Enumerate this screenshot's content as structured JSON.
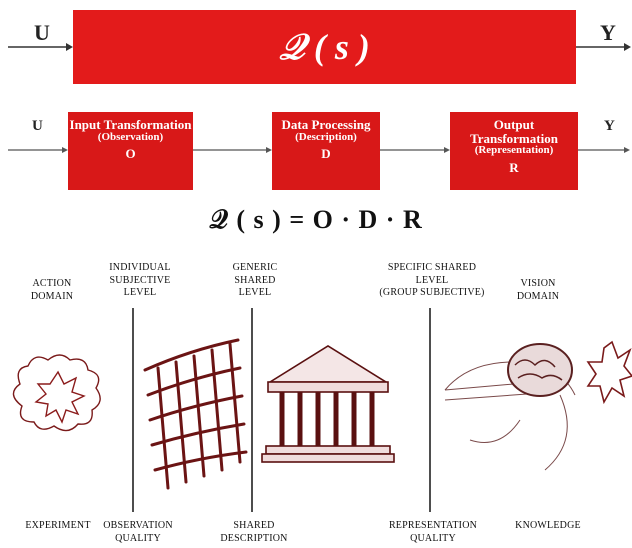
{
  "top": {
    "input_label": "U",
    "output_label": "Y",
    "transfer_label": "𝒬 ( s )"
  },
  "pipeline": {
    "input_label": "U",
    "output_label": "Y",
    "blocks": [
      {
        "title": "Input Transformation",
        "sub": "(Observation)",
        "letter": "O"
      },
      {
        "title": "Data Processing",
        "sub": "(Description)",
        "letter": "D"
      },
      {
        "title": "Output Transformation",
        "sub": "(Representation)",
        "letter": "R"
      }
    ]
  },
  "formula": "𝒬 ( s )  =   O · D · R",
  "bottom": {
    "top_labels": {
      "action": [
        "ACTION",
        "DOMAIN"
      ],
      "individual": [
        "INDIVIDUAL",
        "SUBJECTIVE",
        "LEVEL"
      ],
      "generic": [
        "GENERIC",
        "SHARED",
        "LEVEL"
      ],
      "specific": [
        "SPECIFIC SHARED",
        "LEVEL",
        "(GROUP SUBJECTIVE)"
      ],
      "vision": [
        "VISION",
        "DOMAIN"
      ]
    },
    "bottom_labels": {
      "experiment": "EXPERIMENT",
      "observation": [
        "OBSERVATION",
        "QUALITY"
      ],
      "shared": [
        "SHARED",
        "DESCRIPTION"
      ],
      "representation": [
        "REPRESENTATION",
        "QUALITY"
      ],
      "knowledge": "KNOWLEDGE"
    }
  },
  "colors": {
    "red": "#e31b1b",
    "dark_red": "#d81818",
    "ink": "#222222"
  }
}
